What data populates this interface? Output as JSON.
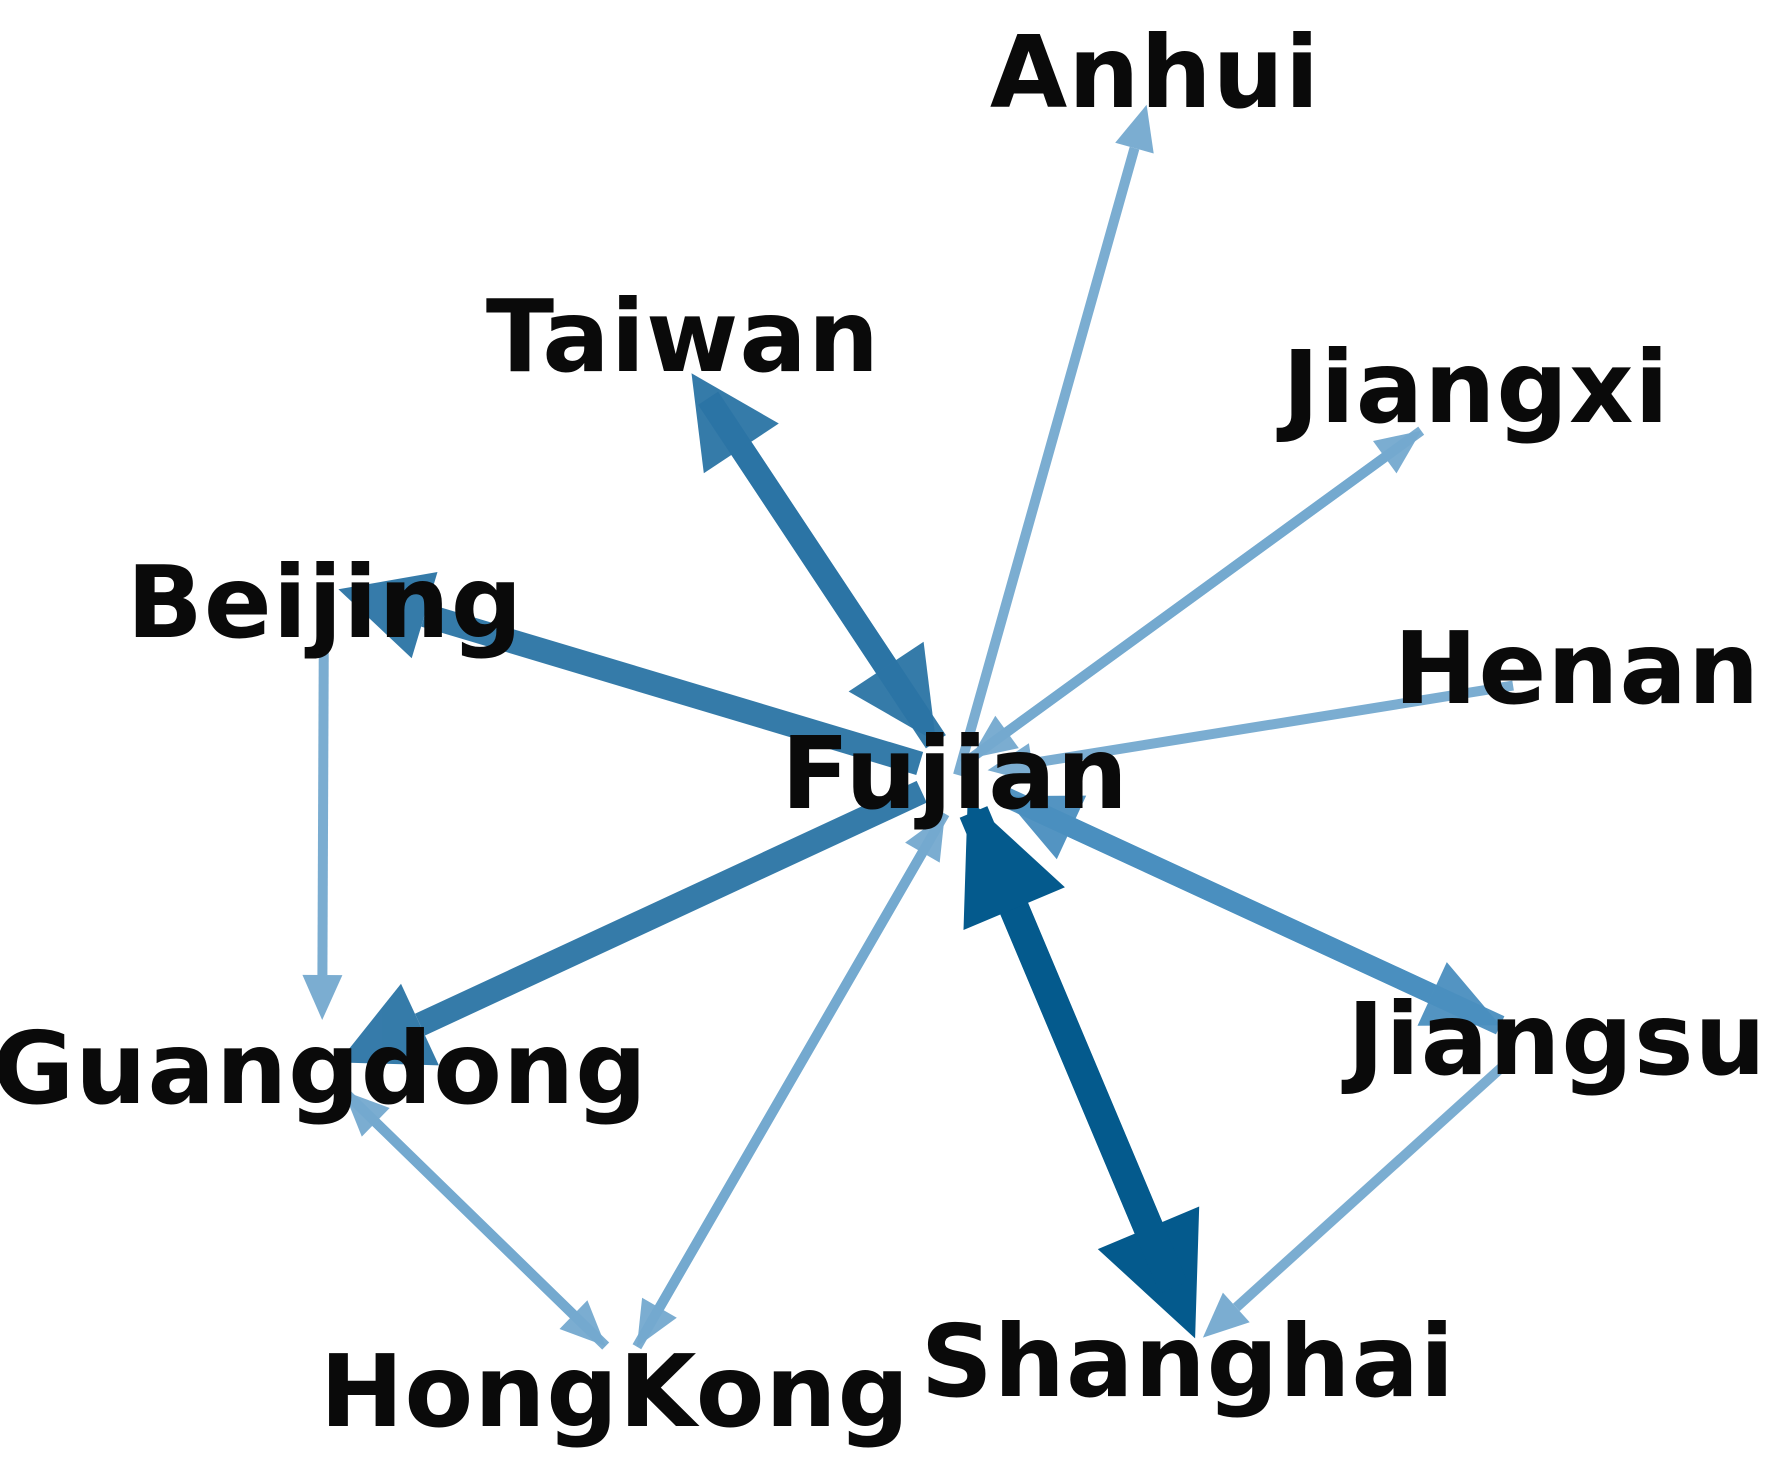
{
  "nodes": [
    {
      "id": "fujian",
      "label": "Fujian"
    },
    {
      "id": "anhui",
      "label": "Anhui"
    },
    {
      "id": "taiwan",
      "label": "Taiwan"
    },
    {
      "id": "jiangxi",
      "label": "Jiangxi"
    },
    {
      "id": "beijing",
      "label": "Beijing"
    },
    {
      "id": "henan",
      "label": "Henan"
    },
    {
      "id": "guangdong",
      "label": "Guangdong"
    },
    {
      "id": "jiangsu",
      "label": "Jiangsu"
    },
    {
      "id": "hongkong",
      "label": "HongKong"
    },
    {
      "id": "shanghai",
      "label": "Shanghai"
    }
  ],
  "edges": [
    {
      "from": "fujian",
      "to": "anhui",
      "strength": "weak"
    },
    {
      "from": "taiwan",
      "to": "fujian",
      "strength": "strong"
    },
    {
      "from": "fujian",
      "to": "taiwan",
      "strength": "strong"
    },
    {
      "from": "fujian",
      "to": "jiangxi",
      "strength": "weak"
    },
    {
      "from": "jiangxi",
      "to": "fujian",
      "strength": "weak"
    },
    {
      "from": "fujian",
      "to": "beijing",
      "strength": "strong"
    },
    {
      "from": "henan",
      "to": "fujian",
      "strength": "weak"
    },
    {
      "from": "fujian",
      "to": "guangdong",
      "strength": "strong"
    },
    {
      "from": "fujian",
      "to": "jiangsu",
      "strength": "medium"
    },
    {
      "from": "jiangsu",
      "to": "fujian",
      "strength": "medium"
    },
    {
      "from": "fujian",
      "to": "hongkong",
      "strength": "weak"
    },
    {
      "from": "hongkong",
      "to": "fujian",
      "strength": "weak"
    },
    {
      "from": "fujian",
      "to": "shanghai",
      "strength": "strongest"
    },
    {
      "from": "shanghai",
      "to": "fujian",
      "strength": "strongest"
    },
    {
      "from": "beijing",
      "to": "guangdong",
      "strength": "weak"
    },
    {
      "from": "guangdong",
      "to": "hongkong",
      "strength": "weak"
    },
    {
      "from": "hongkong",
      "to": "guangdong",
      "strength": "weak"
    },
    {
      "from": "jiangsu",
      "to": "shanghai",
      "strength": "weak"
    }
  ],
  "colors": {
    "strongest": "#045a8d",
    "strong": "#2b74a5",
    "medium": "#4a8fbf",
    "weak": "#74a9cf",
    "label": "#0a0a0a",
    "background": "#ffffff"
  }
}
